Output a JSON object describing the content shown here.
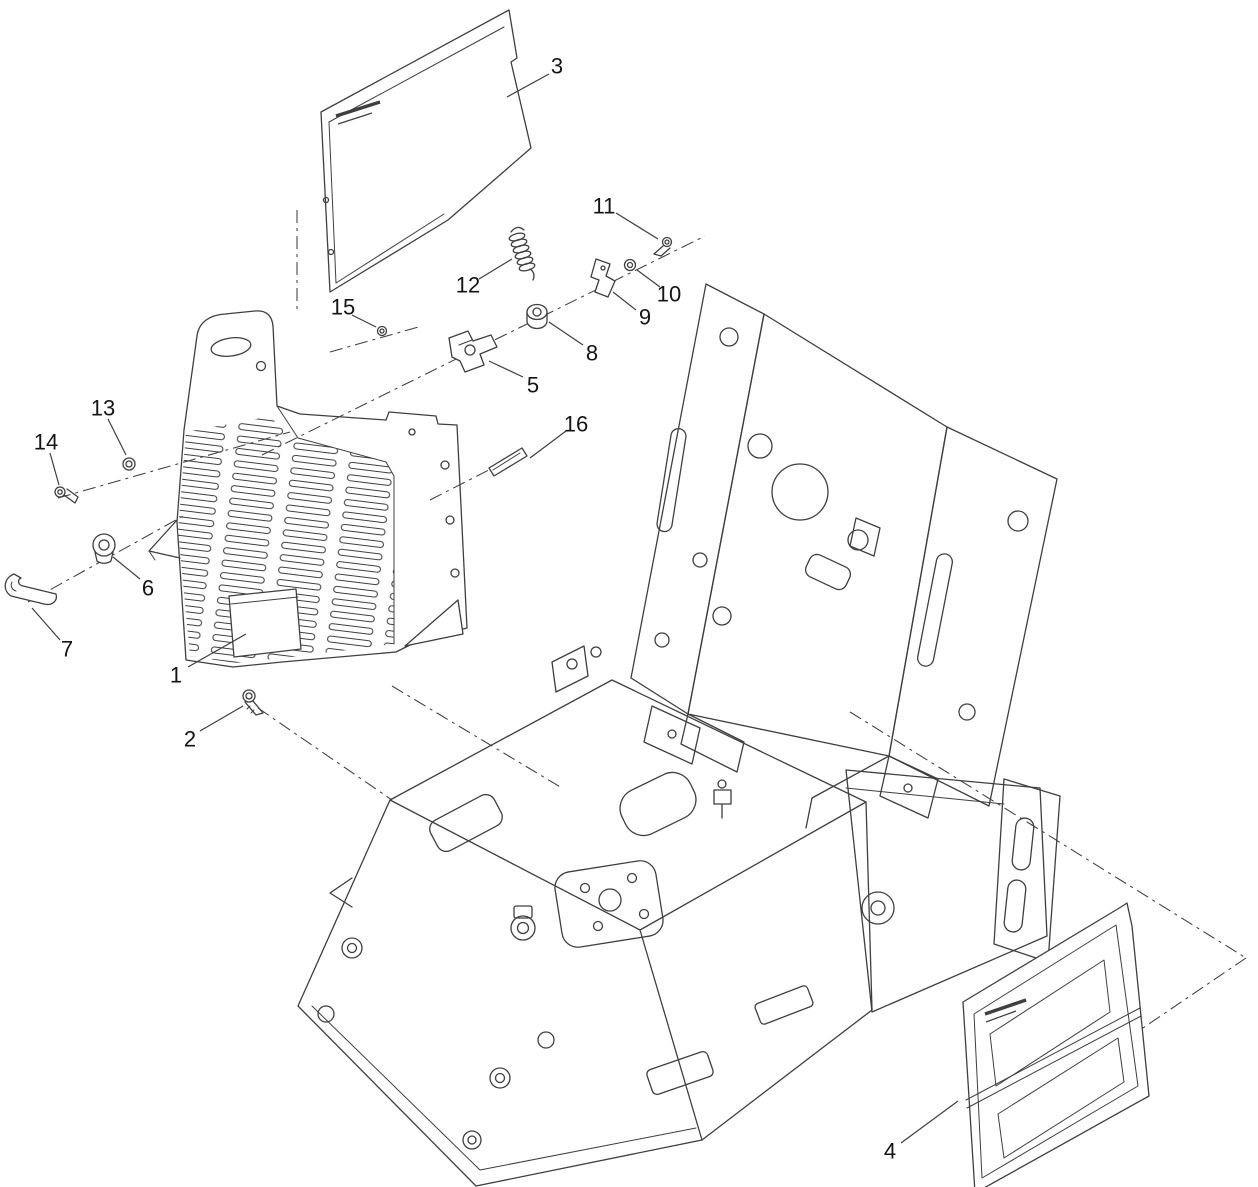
{
  "figure": {
    "kind": "exploded-parts-diagram",
    "background": "#ffffff",
    "line_color": "#3f3f3f",
    "callout_color": "#141414"
  },
  "callouts": [
    {
      "label": "1"
    },
    {
      "label": "2"
    },
    {
      "label": "3"
    },
    {
      "label": "4"
    },
    {
      "label": "5"
    },
    {
      "label": "6"
    },
    {
      "label": "7"
    },
    {
      "label": "8"
    },
    {
      "label": "9"
    },
    {
      "label": "10"
    },
    {
      "label": "11"
    },
    {
      "label": "12"
    },
    {
      "label": "13"
    },
    {
      "label": "14"
    },
    {
      "label": "15"
    },
    {
      "label": "16"
    }
  ]
}
